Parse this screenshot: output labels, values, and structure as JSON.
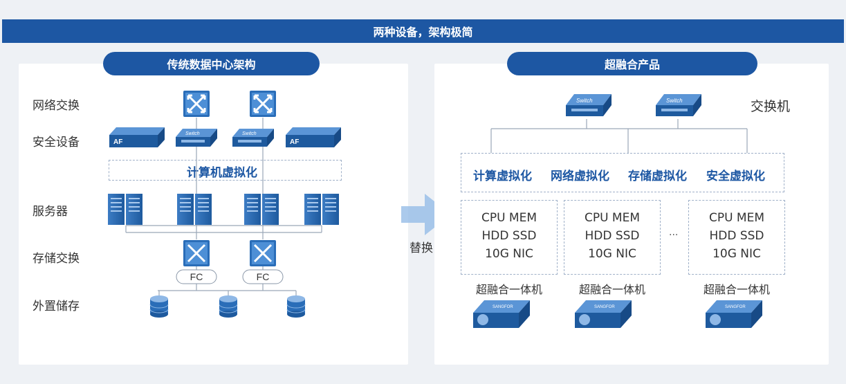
{
  "banner": "两种设备，架构极简",
  "left": {
    "title": "传统数据中心架构",
    "rows": [
      "网络交换",
      "安全设备",
      "服务器",
      "存储交换",
      "外置储存"
    ],
    "virt_label": "计算机虚拟化",
    "af_label": "AF",
    "switch_label": "Switch",
    "fc_label": "FC"
  },
  "arrow_label": "替换",
  "right": {
    "title": "超融合产品",
    "switch_caption": "交换机",
    "virt_items": [
      "计算虚拟化",
      "网络虚拟化",
      "存储虚拟化",
      "安全虚拟化"
    ],
    "node": {
      "line1": "CPU MEM",
      "line2": "HDD SSD",
      "line3": "10G NIC",
      "caption": "超融合一体机"
    },
    "ellipsis": "...",
    "brand": "SANGFOR"
  },
  "colors": {
    "brand_blue": "#1d57a3",
    "device_blue": "#2a6db8",
    "light_blue": "#8fb8e6"
  }
}
